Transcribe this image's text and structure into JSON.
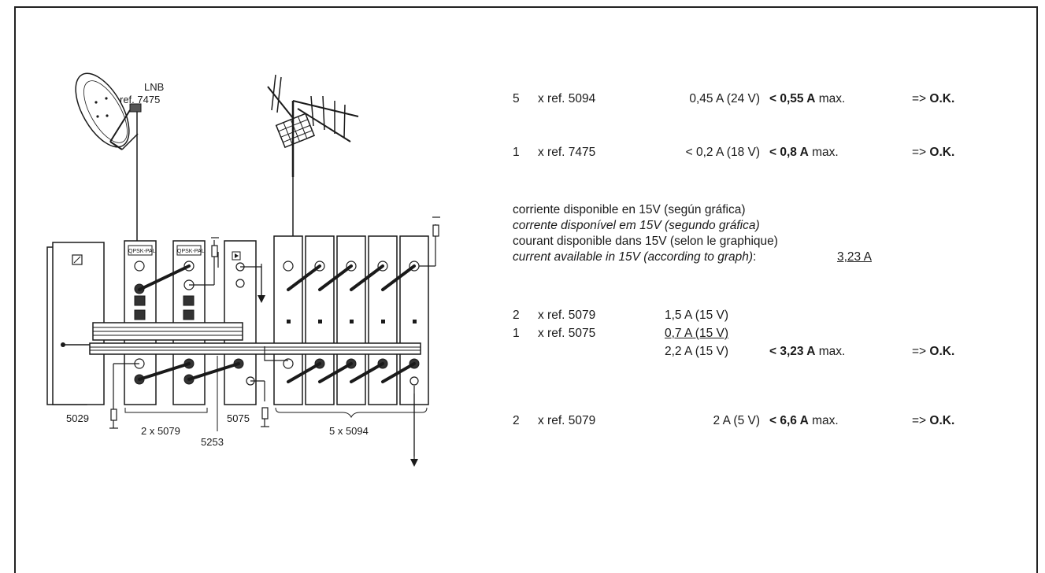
{
  "diagram": {
    "labels": {
      "lnb": "LNB",
      "lnb_ref": "ref. 7475",
      "psu": "5029",
      "receivers": "2 x 5079",
      "busbar": "5253",
      "mixer": "5075",
      "amplifiers": "5 x 5094",
      "module_print": "QPSK-PAL"
    }
  },
  "spec": {
    "rows": [
      {
        "qty": "5",
        "ref": "x  ref. 5094",
        "current": "0,45 A (24 V)",
        "max_value": "< 0,55 A",
        "max_suffix": " max.",
        "arrow": "=> ",
        "ok": "O.K."
      },
      {
        "qty": "1",
        "ref": "x  ref. 7475",
        "current": "< 0,2 A (18 V)",
        "max_value": "< 0,8 A",
        "max_suffix": " max.",
        "arrow": "=> ",
        "ok": "O.K."
      }
    ],
    "notes": {
      "es": "corriente disponible en 15V (según gráfica)",
      "pt": "corrente disponível em 15V (segundo gráfica)",
      "fr": "courant disponible dans 15V (selon le graphique)",
      "en": "current available in 15V (according to graph)",
      "en_colon": ":",
      "available_value": "3,23 A"
    },
    "sum": {
      "row1": {
        "qty": "2",
        "ref": "x  ref. 5079",
        "current": "1,5 A (15 V)"
      },
      "row2": {
        "qty": "1",
        "ref": "x  ref. 5075",
        "current": "0,7 A (15 V)"
      },
      "total": {
        "current": "2,2 A (15 V)",
        "max_value": "< 3,23 A",
        "max_suffix": " max.",
        "arrow": "=> ",
        "ok": "O.K."
      }
    },
    "last": {
      "qty": "2",
      "ref": "x  ref. 5079",
      "current": "2 A (5 V)",
      "max_value": "< 6,6 A",
      "max_suffix": " max.",
      "arrow": "=> ",
      "ok": "O.K."
    }
  }
}
